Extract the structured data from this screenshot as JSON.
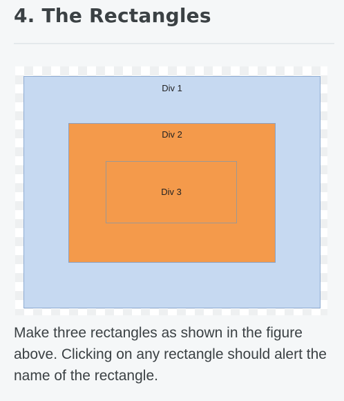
{
  "section": {
    "title": "4. The Rectangles"
  },
  "figure": {
    "rectangles": [
      {
        "label": "Div 1",
        "fill": "#c6d9f1"
      },
      {
        "label": "Div 2",
        "fill": "#f49a4b"
      },
      {
        "label": "Div 3",
        "fill": "#f49a4b"
      }
    ]
  },
  "description": {
    "text": "Make three rectangles as shown in the figure above. Clicking on any rectangle should alert the name of the rectangle."
  }
}
